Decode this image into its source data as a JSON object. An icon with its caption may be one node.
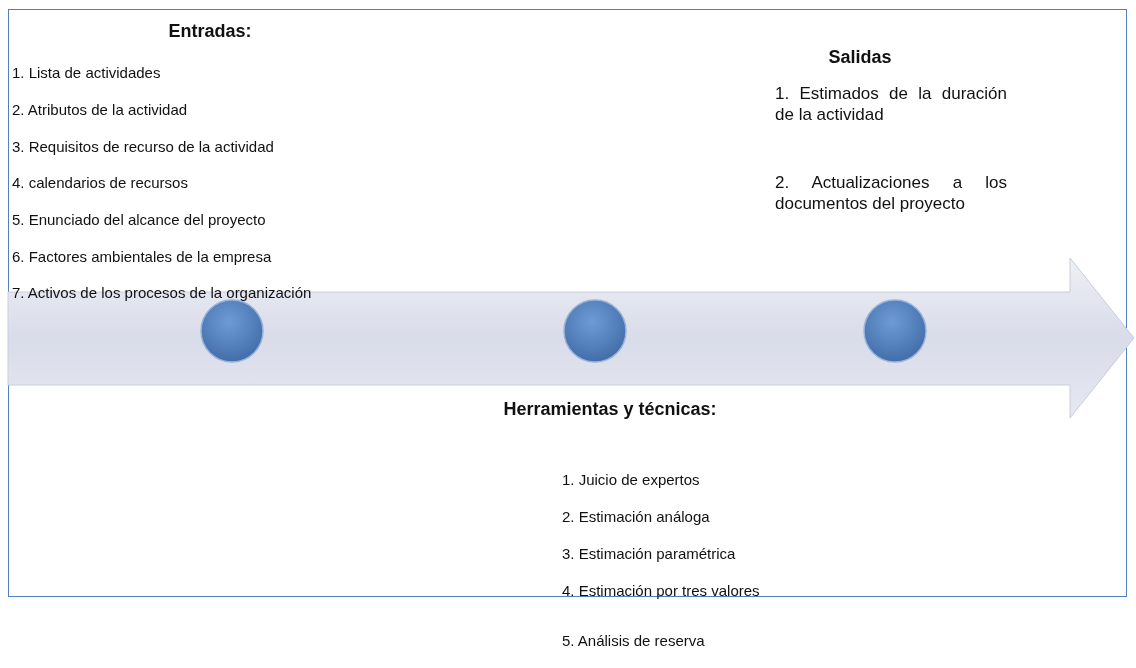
{
  "diagram": {
    "nodes": [
      {
        "text": [],
        "shape": "circle"
      },
      {
        "text": [],
        "shape": "circle"
      },
      {
        "text": [],
        "shape": "circle"
      }
    ],
    "edges": [],
    "labels": [
      "Entradas:",
      "1. Lista de actividades",
      "2. Atributos de la actividad",
      "3. Requisitos de recurso de la actividad",
      "4. calendarios de recursos",
      "5. Enunciado del alcance del proyecto",
      "6. Factores ambientales de la empresa",
      "7. Activos de los procesos de la organización",
      "Salidas",
      "1. Estimados de la duración de la actividad",
      "2. Actualizaciones a los documentos del proyecto",
      "Herramientas y técnicas:",
      "1. Juicio de expertos",
      "2. Estimación análoga",
      "3. Estimación paramétrica",
      "4. Estimación por tres valores",
      "5. Análisis de reserva"
    ]
  }
}
